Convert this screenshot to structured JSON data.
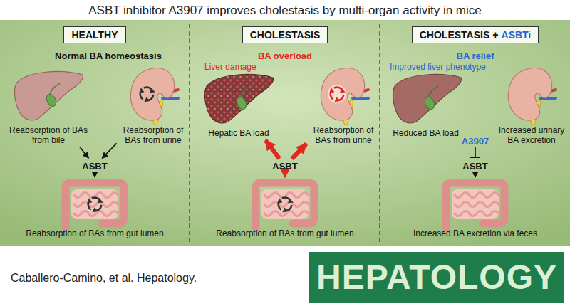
{
  "diagram": {
    "title": "ASBT inhibitor A3907 improves cholestasis by multi-organ activity in mice",
    "caption": "Caballero-Camino, et al. Hepatology.",
    "nodes": [
      {
        "text": [
          "HEALTHY"
        ]
      },
      {
        "text": [
          "Reabsorption of BAs from bile"
        ]
      },
      {
        "text": [
          "Reabsorption of BAs from urine"
        ]
      },
      {
        "text": [
          "ASBT"
        ]
      },
      {
        "text": [
          "Reabsorption of BAs from gut lumen"
        ]
      },
      {
        "text": [
          "CHOLESTASIS"
        ]
      },
      {
        "text": [
          "Hepatic BA load"
        ]
      },
      {
        "text": [
          "Reabsorption of BAs from urine"
        ]
      },
      {
        "text": [
          "ASBT"
        ]
      },
      {
        "text": [
          "Reabsorption of BAs from gut lumen"
        ]
      },
      {
        "text": [
          "CHOLESTASIS +",
          "ASBTi"
        ]
      },
      {
        "text": [
          "Reduced BA load"
        ]
      },
      {
        "text": [
          "Increased urinary BA excretion"
        ]
      },
      {
        "text": [
          "ASBT"
        ]
      },
      {
        "text": [
          "Increased BA excretion via feces"
        ]
      },
      {
        "text": [
          "HEPATOLOGY"
        ]
      }
    ],
    "edges": [
      {
        "from": 1,
        "to": 3,
        "arrow": "to"
      },
      {
        "from": 2,
        "to": 3,
        "arrow": "to"
      },
      {
        "from": 3,
        "to": 4,
        "arrow": "to"
      },
      {
        "from": 8,
        "to": 6,
        "arrow": "to"
      },
      {
        "from": 8,
        "to": 7,
        "arrow": "to"
      },
      {
        "from": 8,
        "to": 9,
        "arrow": "to"
      },
      {
        "from": 13,
        "to": 14,
        "arrow": "to"
      }
    ],
    "labels": [
      "Normal BA homeostasis",
      "BA overload",
      "Liver damage",
      "BA relief",
      "Improved liver phenotype",
      "A3907"
    ]
  }
}
